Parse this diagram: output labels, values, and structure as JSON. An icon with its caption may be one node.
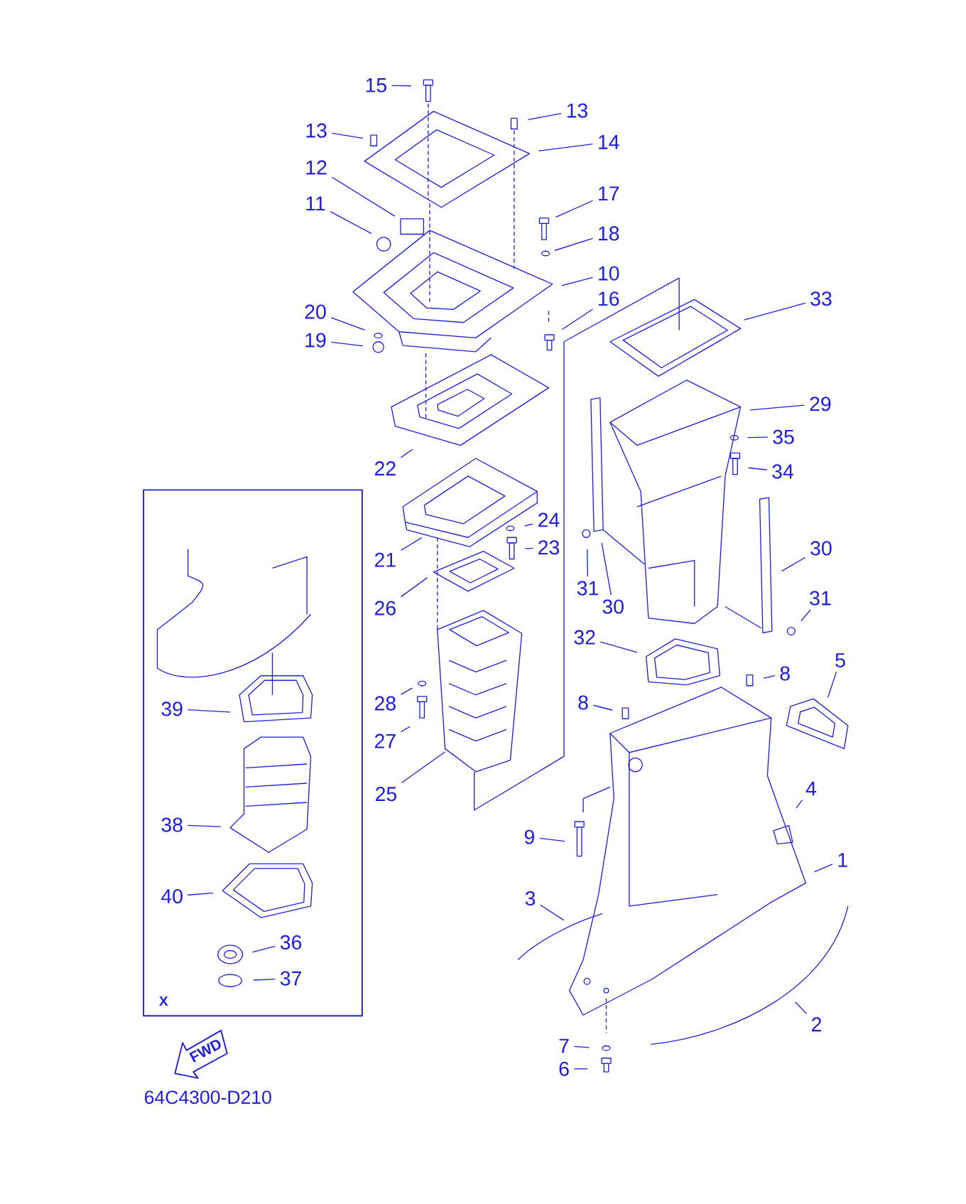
{
  "diagram": {
    "nodes": [
      {
        "text": [
          "15"
        ]
      },
      {
        "text": [
          "13"
        ]
      },
      {
        "text": [
          "13"
        ]
      },
      {
        "text": [
          "14"
        ]
      },
      {
        "text": [
          "12"
        ]
      },
      {
        "text": [
          "11"
        ]
      },
      {
        "text": [
          "17"
        ]
      },
      {
        "text": [
          "18"
        ]
      },
      {
        "text": [
          "10"
        ]
      },
      {
        "text": [
          "16"
        ]
      },
      {
        "text": [
          "20"
        ]
      },
      {
        "text": [
          "19"
        ]
      },
      {
        "text": [
          "33"
        ]
      },
      {
        "text": [
          "29"
        ]
      },
      {
        "text": [
          "35"
        ]
      },
      {
        "text": [
          "34"
        ]
      },
      {
        "text": [
          "22"
        ]
      },
      {
        "text": [
          "24"
        ]
      },
      {
        "text": [
          "21"
        ]
      },
      {
        "text": [
          "23"
        ]
      },
      {
        "text": [
          "26"
        ]
      },
      {
        "text": [
          "30"
        ]
      },
      {
        "text": [
          "31"
        ]
      },
      {
        "text": [
          "30"
        ]
      },
      {
        "text": [
          "31"
        ]
      },
      {
        "text": [
          "32"
        ]
      },
      {
        "text": [
          "5"
        ]
      },
      {
        "text": [
          "8"
        ]
      },
      {
        "text": [
          "8"
        ]
      },
      {
        "text": [
          "28"
        ]
      },
      {
        "text": [
          "X"
        ]
      },
      {
        "text": [
          "39"
        ],
        "in": 30
      },
      {
        "text": [
          "27"
        ]
      },
      {
        "text": [
          "25"
        ]
      },
      {
        "text": [
          "4"
        ]
      },
      {
        "text": [
          "38"
        ],
        "in": 30
      },
      {
        "text": [
          "9"
        ]
      },
      {
        "text": [
          "1"
        ]
      },
      {
        "text": [
          "40"
        ],
        "in": 30
      },
      {
        "text": [
          "3"
        ]
      },
      {
        "text": [
          "36"
        ],
        "in": 30
      },
      {
        "text": [
          "37"
        ],
        "in": 30
      },
      {
        "text": [
          "2"
        ]
      },
      {
        "text": [
          "7"
        ]
      },
      {
        "text": [
          "6"
        ]
      },
      {
        "text": [
          "FWD"
        ]
      }
    ],
    "edges": [
      {
        "from": 0,
        "to": null,
        "arrow": "none"
      },
      {
        "from": 1,
        "to": null,
        "arrow": "none"
      },
      {
        "from": 2,
        "to": null,
        "arrow": "none"
      },
      {
        "from": 3,
        "to": null,
        "arrow": "none"
      },
      {
        "from": 4,
        "to": null,
        "arrow": "none"
      },
      {
        "from": 5,
        "to": null,
        "arrow": "none"
      },
      {
        "from": 6,
        "to": null,
        "arrow": "none"
      },
      {
        "from": 7,
        "to": null,
        "arrow": "none"
      },
      {
        "from": 8,
        "to": null,
        "arrow": "none"
      },
      {
        "from": 9,
        "to": null,
        "arrow": "none"
      },
      {
        "from": 10,
        "to": null,
        "arrow": "none"
      },
      {
        "from": 11,
        "to": null,
        "arrow": "none"
      },
      {
        "from": 12,
        "to": null,
        "arrow": "none"
      },
      {
        "from": 13,
        "to": null,
        "arrow": "none"
      },
      {
        "from": 14,
        "to": null,
        "arrow": "none"
      },
      {
        "from": 15,
        "to": null,
        "arrow": "none"
      },
      {
        "from": 16,
        "to": null,
        "arrow": "none"
      },
      {
        "from": 17,
        "to": null,
        "arrow": "none"
      },
      {
        "from": 18,
        "to": null,
        "arrow": "none"
      },
      {
        "from": 19,
        "to": null,
        "arrow": "none"
      },
      {
        "from": 20,
        "to": null,
        "arrow": "none"
      },
      {
        "from": 21,
        "to": null,
        "arrow": "none"
      },
      {
        "from": 22,
        "to": null,
        "arrow": "none"
      },
      {
        "from": 23,
        "to": null,
        "arrow": "none"
      },
      {
        "from": 24,
        "to": null,
        "arrow": "none"
      },
      {
        "from": 25,
        "to": null,
        "arrow": "none"
      },
      {
        "from": 26,
        "to": null,
        "arrow": "none"
      },
      {
        "from": 27,
        "to": null,
        "arrow": "none"
      },
      {
        "from": 28,
        "to": null,
        "arrow": "none"
      },
      {
        "from": 29,
        "to": null,
        "arrow": "none"
      },
      {
        "from": 31,
        "to": null,
        "arrow": "none"
      },
      {
        "from": 32,
        "to": null,
        "arrow": "none"
      },
      {
        "from": 33,
        "to": null,
        "arrow": "none"
      },
      {
        "from": 34,
        "to": null,
        "arrow": "none"
      },
      {
        "from": 35,
        "to": null,
        "arrow": "none"
      },
      {
        "from": 36,
        "to": null,
        "arrow": "none"
      },
      {
        "from": 37,
        "to": null,
        "arrow": "none"
      },
      {
        "from": 38,
        "to": null,
        "arrow": "none"
      },
      {
        "from": 39,
        "to": null,
        "arrow": "none"
      },
      {
        "from": 40,
        "to": null,
        "arrow": "none"
      },
      {
        "from": 41,
        "to": null,
        "arrow": "none"
      },
      {
        "from": 42,
        "to": null,
        "arrow": "none"
      },
      {
        "from": 43,
        "to": null,
        "arrow": "none"
      },
      {
        "from": 44,
        "to": null,
        "arrow": "none"
      }
    ],
    "labels": [
      "64C4300-D210"
    ]
  }
}
